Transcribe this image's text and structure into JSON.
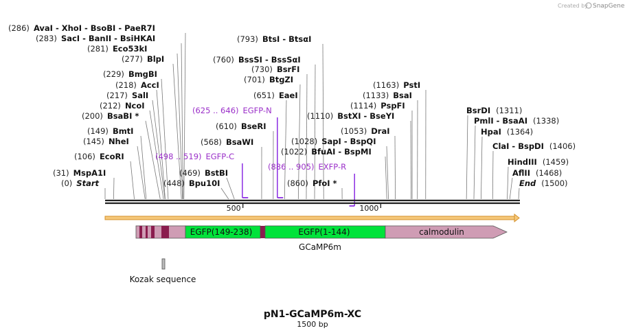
{
  "watermark": {
    "text": "Created by",
    "brand": "SnapGene"
  },
  "map": {
    "title": "pN1-GCaMP6m-XC",
    "subtitle": "1500 bp",
    "length": 1500,
    "ticks": [
      {
        "bp": 500,
        "label": "500"
      },
      {
        "bp": 1000,
        "label": "1000"
      }
    ]
  },
  "colors": {
    "backbone": "#222222",
    "orf_fill": "#f5c87a",
    "orf_stroke": "#d4902a",
    "egfp": "#00e33a",
    "gcamp": "#cf9cb4",
    "kozak": "#b9b9b9",
    "primer": "#8a2be2",
    "dark_segment": "#8a1d4e"
  },
  "sites_left": [
    {
      "pos": "(286)",
      "parts": [
        "AvaI",
        "XhoI",
        "BsoBI",
        "PaeR7I"
      ],
      "bp": 286
    },
    {
      "pos": "(283)",
      "parts": [
        "SacI",
        "BanII",
        "BsiHKAI"
      ],
      "bp": 283
    },
    {
      "pos": "(281)",
      "parts": [
        "Eco53kI"
      ],
      "bp": 281
    },
    {
      "pos": "(277)",
      "parts": [
        "BlpI"
      ],
      "bp": 277
    },
    {
      "pos": "(229)",
      "parts": [
        "BmgBI"
      ],
      "bp": 229
    },
    {
      "pos": "(218)",
      "parts": [
        "AccI"
      ],
      "bp": 218
    },
    {
      "pos": "(217)",
      "parts": [
        "SalI"
      ],
      "bp": 217
    },
    {
      "pos": "(212)",
      "parts": [
        "NcoI"
      ],
      "bp": 212
    },
    {
      "pos": "(200)",
      "parts": [
        "BsaBI *"
      ],
      "bp": 200
    },
    {
      "pos": "(149)",
      "parts": [
        "BmtI"
      ],
      "bp": 149
    },
    {
      "pos": "(145)",
      "parts": [
        "NheI"
      ],
      "bp": 145
    },
    {
      "pos": "(106)",
      "parts": [
        "EcoRI"
      ],
      "bp": 106
    },
    {
      "pos": "(31)",
      "parts": [
        "MspA1I"
      ],
      "bp": 31
    },
    {
      "pos": "(0)",
      "parts": [
        "Start"
      ],
      "bp": 0
    }
  ],
  "sites_mid": [
    {
      "pos": "(793)",
      "parts": [
        "BtsI",
        "BtsαI"
      ],
      "bp": 793
    },
    {
      "pos": "(760)",
      "parts": [
        "BssSI",
        "BssSαI"
      ],
      "bp": 760
    },
    {
      "pos": "(730)",
      "parts": [
        "BsrFI"
      ],
      "bp": 730
    },
    {
      "pos": "(701)",
      "parts": [
        "BtgZI"
      ],
      "bp": 701
    },
    {
      "pos": "(651)",
      "parts": [
        "EaeI"
      ],
      "bp": 651
    },
    {
      "pos": "(610)",
      "parts": [
        "BseRI"
      ],
      "bp": 610
    },
    {
      "pos": "(568)",
      "parts": [
        "BsaWI"
      ],
      "bp": 568
    },
    {
      "pos": "(469)",
      "parts": [
        "BstBI"
      ],
      "bp": 469
    },
    {
      "pos": "(448)",
      "parts": [
        "Bpu10I"
      ],
      "bp": 448
    }
  ],
  "sites_right": [
    {
      "pos": "(1163)",
      "parts": [
        "PstI"
      ],
      "bp": 1163
    },
    {
      "pos": "(1133)",
      "parts": [
        "BsaI"
      ],
      "bp": 1133
    },
    {
      "pos": "(1114)",
      "parts": [
        "PspFI"
      ],
      "bp": 1114
    },
    {
      "pos": "(1110)",
      "parts": [
        "BstXI",
        "BseYI"
      ],
      "bp": 1110
    },
    {
      "pos": "(1053)",
      "parts": [
        "DraI"
      ],
      "bp": 1053
    },
    {
      "pos": "(1028)",
      "parts": [
        "SapI",
        "BspQI"
      ],
      "bp": 1028
    },
    {
      "pos": "(1022)",
      "parts": [
        "BfuAI",
        "BspMI"
      ],
      "bp": 1022
    },
    {
      "pos": "(860)",
      "parts": [
        "PfoI *"
      ],
      "bp": 860
    }
  ],
  "sites_end": [
    {
      "pos": "(1311)",
      "parts": [
        "BsrDI"
      ],
      "bp": 1311
    },
    {
      "pos": "(1338)",
      "parts": [
        "PmlI",
        "BsaAI"
      ],
      "bp": 1338
    },
    {
      "pos": "(1364)",
      "parts": [
        "HpaI"
      ],
      "bp": 1364
    },
    {
      "pos": "(1406)",
      "parts": [
        "ClaI",
        "BspDI"
      ],
      "bp": 1406
    },
    {
      "pos": "(1459)",
      "parts": [
        "HindIII"
      ],
      "bp": 1459
    },
    {
      "pos": "(1468)",
      "parts": [
        "AflII"
      ],
      "bp": 1468
    },
    {
      "pos": "(1500)",
      "parts": [
        "End"
      ],
      "bp": 1500
    }
  ],
  "primers": [
    {
      "range": "(498 .. 519)",
      "name": "EGFP-C",
      "start": 498,
      "end": 519,
      "dir": "forward"
    },
    {
      "range": "(625 .. 646)",
      "name": "EGFP-N",
      "start": 625,
      "end": 646,
      "dir": "forward"
    },
    {
      "range": "(886 .. 905)",
      "name": "EXFP-R",
      "start": 886,
      "end": 905,
      "dir": "reverse"
    }
  ],
  "features": [
    {
      "label": "EGFP(149-238)",
      "start": 300,
      "end": 580,
      "color": "egfp"
    },
    {
      "label": "EGFP(1-144)",
      "start": 600,
      "end": 1040,
      "color": "egfp"
    },
    {
      "label": "calmodulin",
      "start": 1040,
      "end": 1500,
      "color": "gcamp"
    }
  ],
  "gene_label": "GCaMP6m",
  "kozak_label": "Kozak sequence"
}
